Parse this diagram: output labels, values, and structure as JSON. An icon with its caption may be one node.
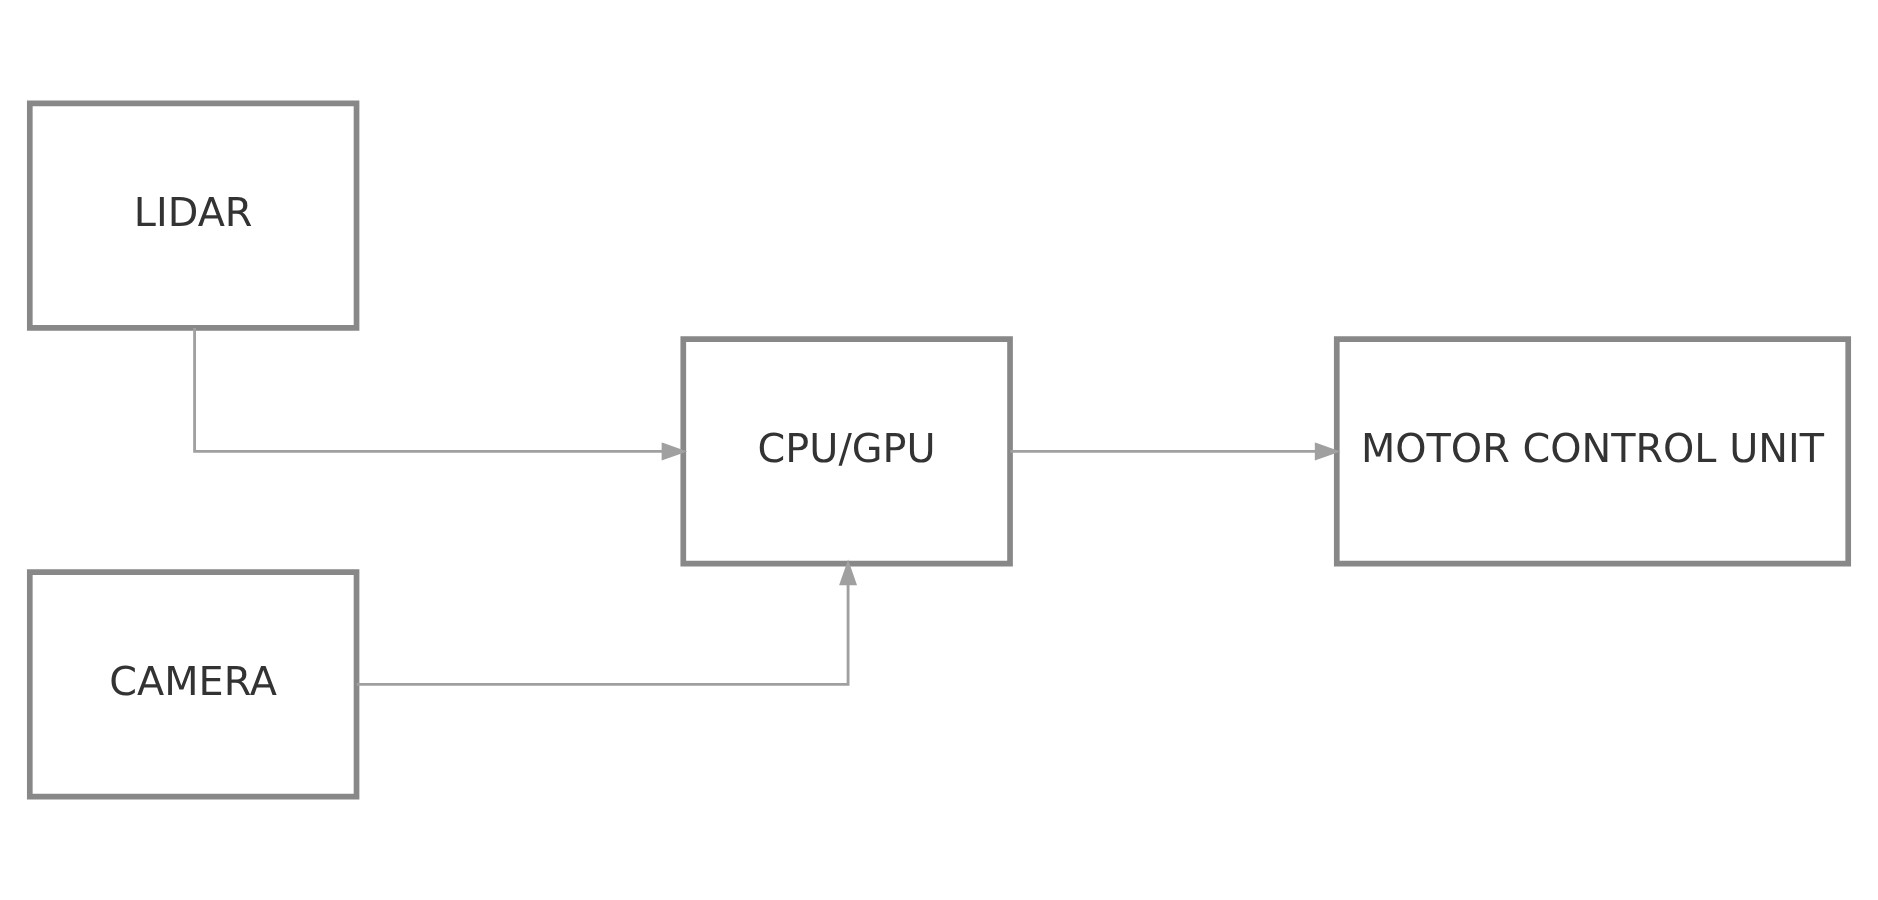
{
  "diagram": {
    "nodes": [
      {
        "text": [
          "LIDAR"
        ]
      },
      {
        "text": [
          "CAMERA"
        ]
      },
      {
        "text": [
          "CPU/GPU"
        ]
      },
      {
        "text": [
          "MOTOR CONTROL UNIT"
        ]
      }
    ],
    "edges": [
      {
        "from": 0,
        "to": 2,
        "arrow": "to"
      },
      {
        "from": 1,
        "to": 2,
        "arrow": "to"
      },
      {
        "from": 2,
        "to": 3,
        "arrow": "to"
      }
    ]
  }
}
